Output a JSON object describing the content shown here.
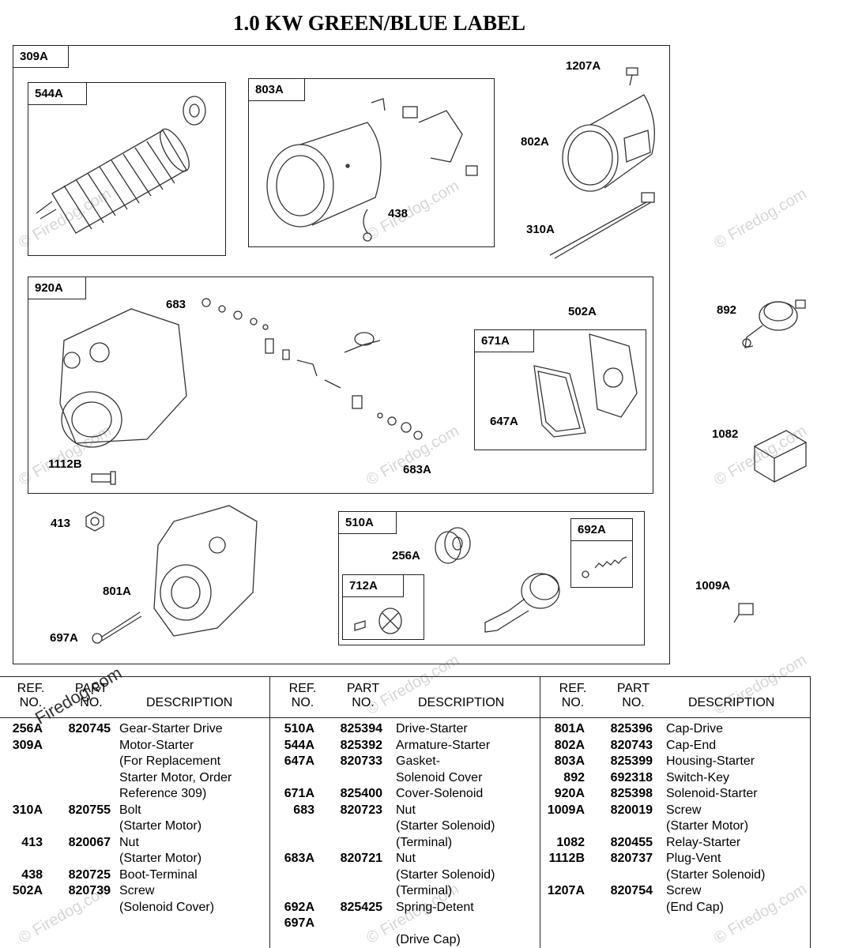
{
  "title": "1.0 KW GREEN/BLUE LABEL",
  "watermark": "© Firedog.com",
  "watermark_dark": "Firedog.com",
  "boxes": {
    "b309A": "309A",
    "b544A": "544A",
    "b803A": "803A",
    "b920A": "920A",
    "b671A": "671A",
    "b510A": "510A",
    "b692A": "692A",
    "b712A": "712A"
  },
  "labels": {
    "l1207A": "1207A",
    "l802A": "802A",
    "l438": "438",
    "l310A": "310A",
    "l683": "683",
    "l502A": "502A",
    "l647A": "647A",
    "l1112B": "1112B",
    "l683A": "683A",
    "l892": "892",
    "l1082": "1082",
    "l413": "413",
    "l256A": "256A",
    "l801A": "801A",
    "l697A": "697A",
    "l1009A": "1009A"
  },
  "table": {
    "headers": {
      "ref1": "REF.",
      "ref2": "NO.",
      "part1": "PART",
      "part2": "NO.",
      "desc": "DESCRIPTION"
    },
    "columns": [
      {
        "rows": [
          {
            "ref": "256A",
            "part": "820745",
            "desc": "Gear-Starter Drive"
          },
          {
            "ref": "309A",
            "part": "",
            "desc": "Motor-Starter"
          },
          {
            "ref": "",
            "part": "",
            "desc": "(For Replacement"
          },
          {
            "ref": "",
            "part": "",
            "desc": "Starter Motor, Order"
          },
          {
            "ref": "",
            "part": "",
            "desc": "Reference 309)"
          },
          {
            "ref": "310A",
            "part": "820755",
            "desc": "Bolt"
          },
          {
            "ref": "",
            "part": "",
            "desc": "(Starter Motor)"
          },
          {
            "ref": "413",
            "part": "820067",
            "desc": "Nut"
          },
          {
            "ref": "",
            "part": "",
            "desc": "(Starter Motor)"
          },
          {
            "ref": "438",
            "part": "820725",
            "desc": "Boot-Terminal"
          },
          {
            "ref": "502A",
            "part": "820739",
            "desc": "Screw"
          },
          {
            "ref": "",
            "part": "",
            "desc": "(Solenoid Cover)"
          }
        ]
      },
      {
        "rows": [
          {
            "ref": "510A",
            "part": "825394",
            "desc": "Drive-Starter"
          },
          {
            "ref": "544A",
            "part": "825392",
            "desc": "Armature-Starter"
          },
          {
            "ref": "647A",
            "part": "820733",
            "desc": "Gasket-"
          },
          {
            "ref": "",
            "part": "",
            "desc": "Solenoid Cover"
          },
          {
            "ref": "671A",
            "part": "825400",
            "desc": "Cover-Solenoid"
          },
          {
            "ref": "683",
            "part": "820723",
            "desc": "Nut"
          },
          {
            "ref": "",
            "part": "",
            "desc": "(Starter Solenoid)"
          },
          {
            "ref": "",
            "part": "",
            "desc": "(Terminal)"
          },
          {
            "ref": "683A",
            "part": "820721",
            "desc": "Nut"
          },
          {
            "ref": "",
            "part": "",
            "desc": "(Starter Solenoid)"
          },
          {
            "ref": "",
            "part": "",
            "desc": "(Terminal)"
          },
          {
            "ref": "692A",
            "part": "825425",
            "desc": "Spring-Detent"
          },
          {
            "ref": "697A",
            "part": "",
            "desc": ""
          },
          {
            "ref": "",
            "part": "",
            "desc": "(Drive Cap)"
          }
        ]
      },
      {
        "rows": [
          {
            "ref": "801A",
            "part": "825396",
            "desc": "Cap-Drive"
          },
          {
            "ref": "802A",
            "part": "820743",
            "desc": "Cap-End"
          },
          {
            "ref": "803A",
            "part": "825399",
            "desc": "Housing-Starter"
          },
          {
            "ref": "892",
            "part": "692318",
            "desc": "Switch-Key"
          },
          {
            "ref": "920A",
            "part": "825398",
            "desc": "Solenoid-Starter"
          },
          {
            "ref": "1009A",
            "part": "820019",
            "desc": "Screw"
          },
          {
            "ref": "",
            "part": "",
            "desc": "(Starter Motor)"
          },
          {
            "ref": "1082",
            "part": "820455",
            "desc": "Relay-Starter"
          },
          {
            "ref": "1112B",
            "part": "820737",
            "desc": "Plug-Vent"
          },
          {
            "ref": "",
            "part": "",
            "desc": "(Starter Solenoid)"
          },
          {
            "ref": "1207A",
            "part": "820754",
            "desc": "Screw"
          },
          {
            "ref": "",
            "part": "",
            "desc": "(End Cap)"
          }
        ]
      }
    ]
  }
}
